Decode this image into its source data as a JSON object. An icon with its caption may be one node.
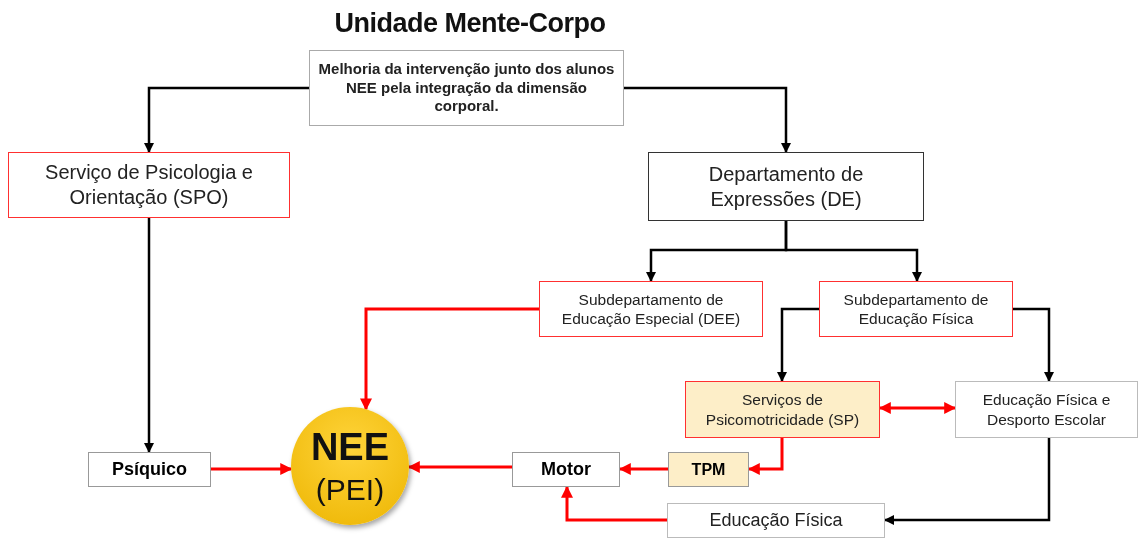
{
  "diagram": {
    "title": "Unidade Mente-Corpo",
    "nodes": [
      {
        "text": [
          "Melhoria da intervenção junto dos alunos NEE pela integração da dimensão corporal."
        ]
      },
      {
        "text": [
          "Serviço de Psicologia e Orientação (SPO)"
        ]
      },
      {
        "text": [
          "Departamento de Expressões (DE)"
        ]
      },
      {
        "text": [
          "Subdepartamento de Educação Especial (DEE)"
        ]
      },
      {
        "text": [
          "Subdepartamento de Educação Física"
        ]
      },
      {
        "text": [
          "Serviços de Psicomotricidade (SP)"
        ]
      },
      {
        "text": [
          "Educação Física e Desporto Escolar"
        ]
      },
      {
        "text": [
          "Psíquico"
        ]
      },
      {
        "text": [
          "NEE",
          "(PEI)"
        ]
      },
      {
        "text": [
          "Motor"
        ]
      },
      {
        "text": [
          "TPM"
        ]
      },
      {
        "text": [
          "Educação Física"
        ]
      }
    ],
    "edges": [
      {
        "from": 0,
        "to": 1,
        "arrow": "to"
      },
      {
        "from": 0,
        "to": 2,
        "arrow": "to"
      },
      {
        "from": 2,
        "to": 3,
        "arrow": "to"
      },
      {
        "from": 2,
        "to": 4,
        "arrow": "to"
      },
      {
        "from": 1,
        "to": 7,
        "arrow": "to"
      },
      {
        "from": 3,
        "to": 8,
        "arrow": "to",
        "color": "#ff0000"
      },
      {
        "from": 4,
        "to": 5,
        "arrow": "to"
      },
      {
        "from": 4,
        "to": 6,
        "arrow": "to"
      },
      {
        "from": 5,
        "to": 6,
        "arrow": "both",
        "color": "#ff0000"
      },
      {
        "from": 5,
        "to": 10,
        "arrow": "to",
        "color": "#ff0000"
      },
      {
        "from": 10,
        "to": 9,
        "arrow": "to",
        "color": "#ff0000"
      },
      {
        "from": 9,
        "to": 8,
        "arrow": "to",
        "color": "#ff0000"
      },
      {
        "from": 7,
        "to": 8,
        "arrow": "to",
        "color": "#ff0000"
      },
      {
        "from": 6,
        "to": 11,
        "arrow": "to"
      },
      {
        "from": 11,
        "to": 9,
        "arrow": "to",
        "color": "#ff0000"
      }
    ]
  }
}
